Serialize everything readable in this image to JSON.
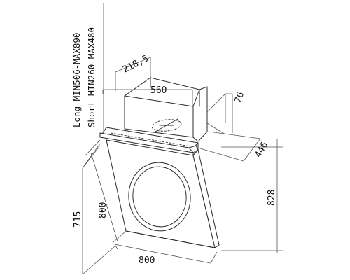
{
  "notes": {
    "long": "Long MIN506-MAX890",
    "short": "Short MIN260-MAX480"
  },
  "dimensions": {
    "chimney_depth": "218,5",
    "chimney_width": "560",
    "wall_offset": "76",
    "hood_depth": "446",
    "hood_height": "828",
    "glass_side": "800",
    "overall_height": "715",
    "base_width": "800"
  }
}
